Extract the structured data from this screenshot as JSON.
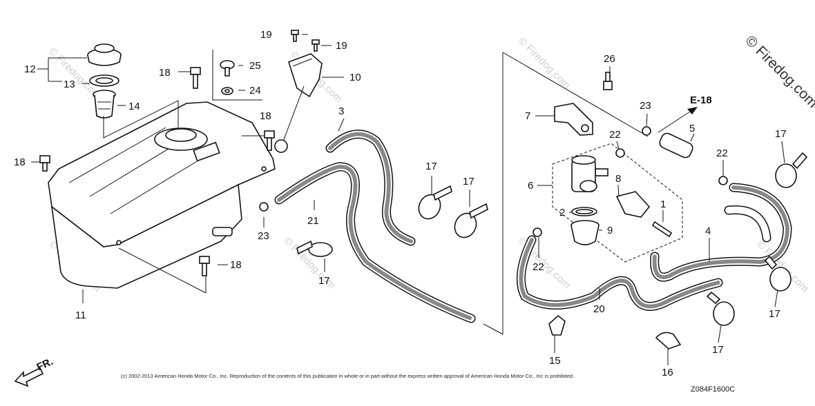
{
  "watermark": {
    "corner": "© Firedog.com",
    "repeat": "© Firedog.com"
  },
  "direction_label": "FR.",
  "reference": "E-18",
  "diagram_code": "Z084F1600C",
  "copyright": "(c) 2002-2013 American Honda Motor Co., Inc. Reproduction of the contents of this publication in whole or in part without the express written approval of American Honda Motor Co., Inc is prohibited.",
  "callouts": {
    "n1": "1",
    "n2": "2",
    "n3": "3",
    "n4": "4",
    "n5": "5",
    "n6": "6",
    "n7": "7",
    "n8": "8",
    "n9": "9",
    "n10": "10",
    "n11": "11",
    "n12": "12",
    "n13": "13",
    "n14": "14",
    "n15": "15",
    "n16": "16",
    "n17": "17",
    "n18": "18",
    "n19": "19",
    "n20": "20",
    "n21": "21",
    "n22": "22",
    "n23": "23",
    "n24": "24",
    "n25": "25",
    "n26": "26"
  }
}
